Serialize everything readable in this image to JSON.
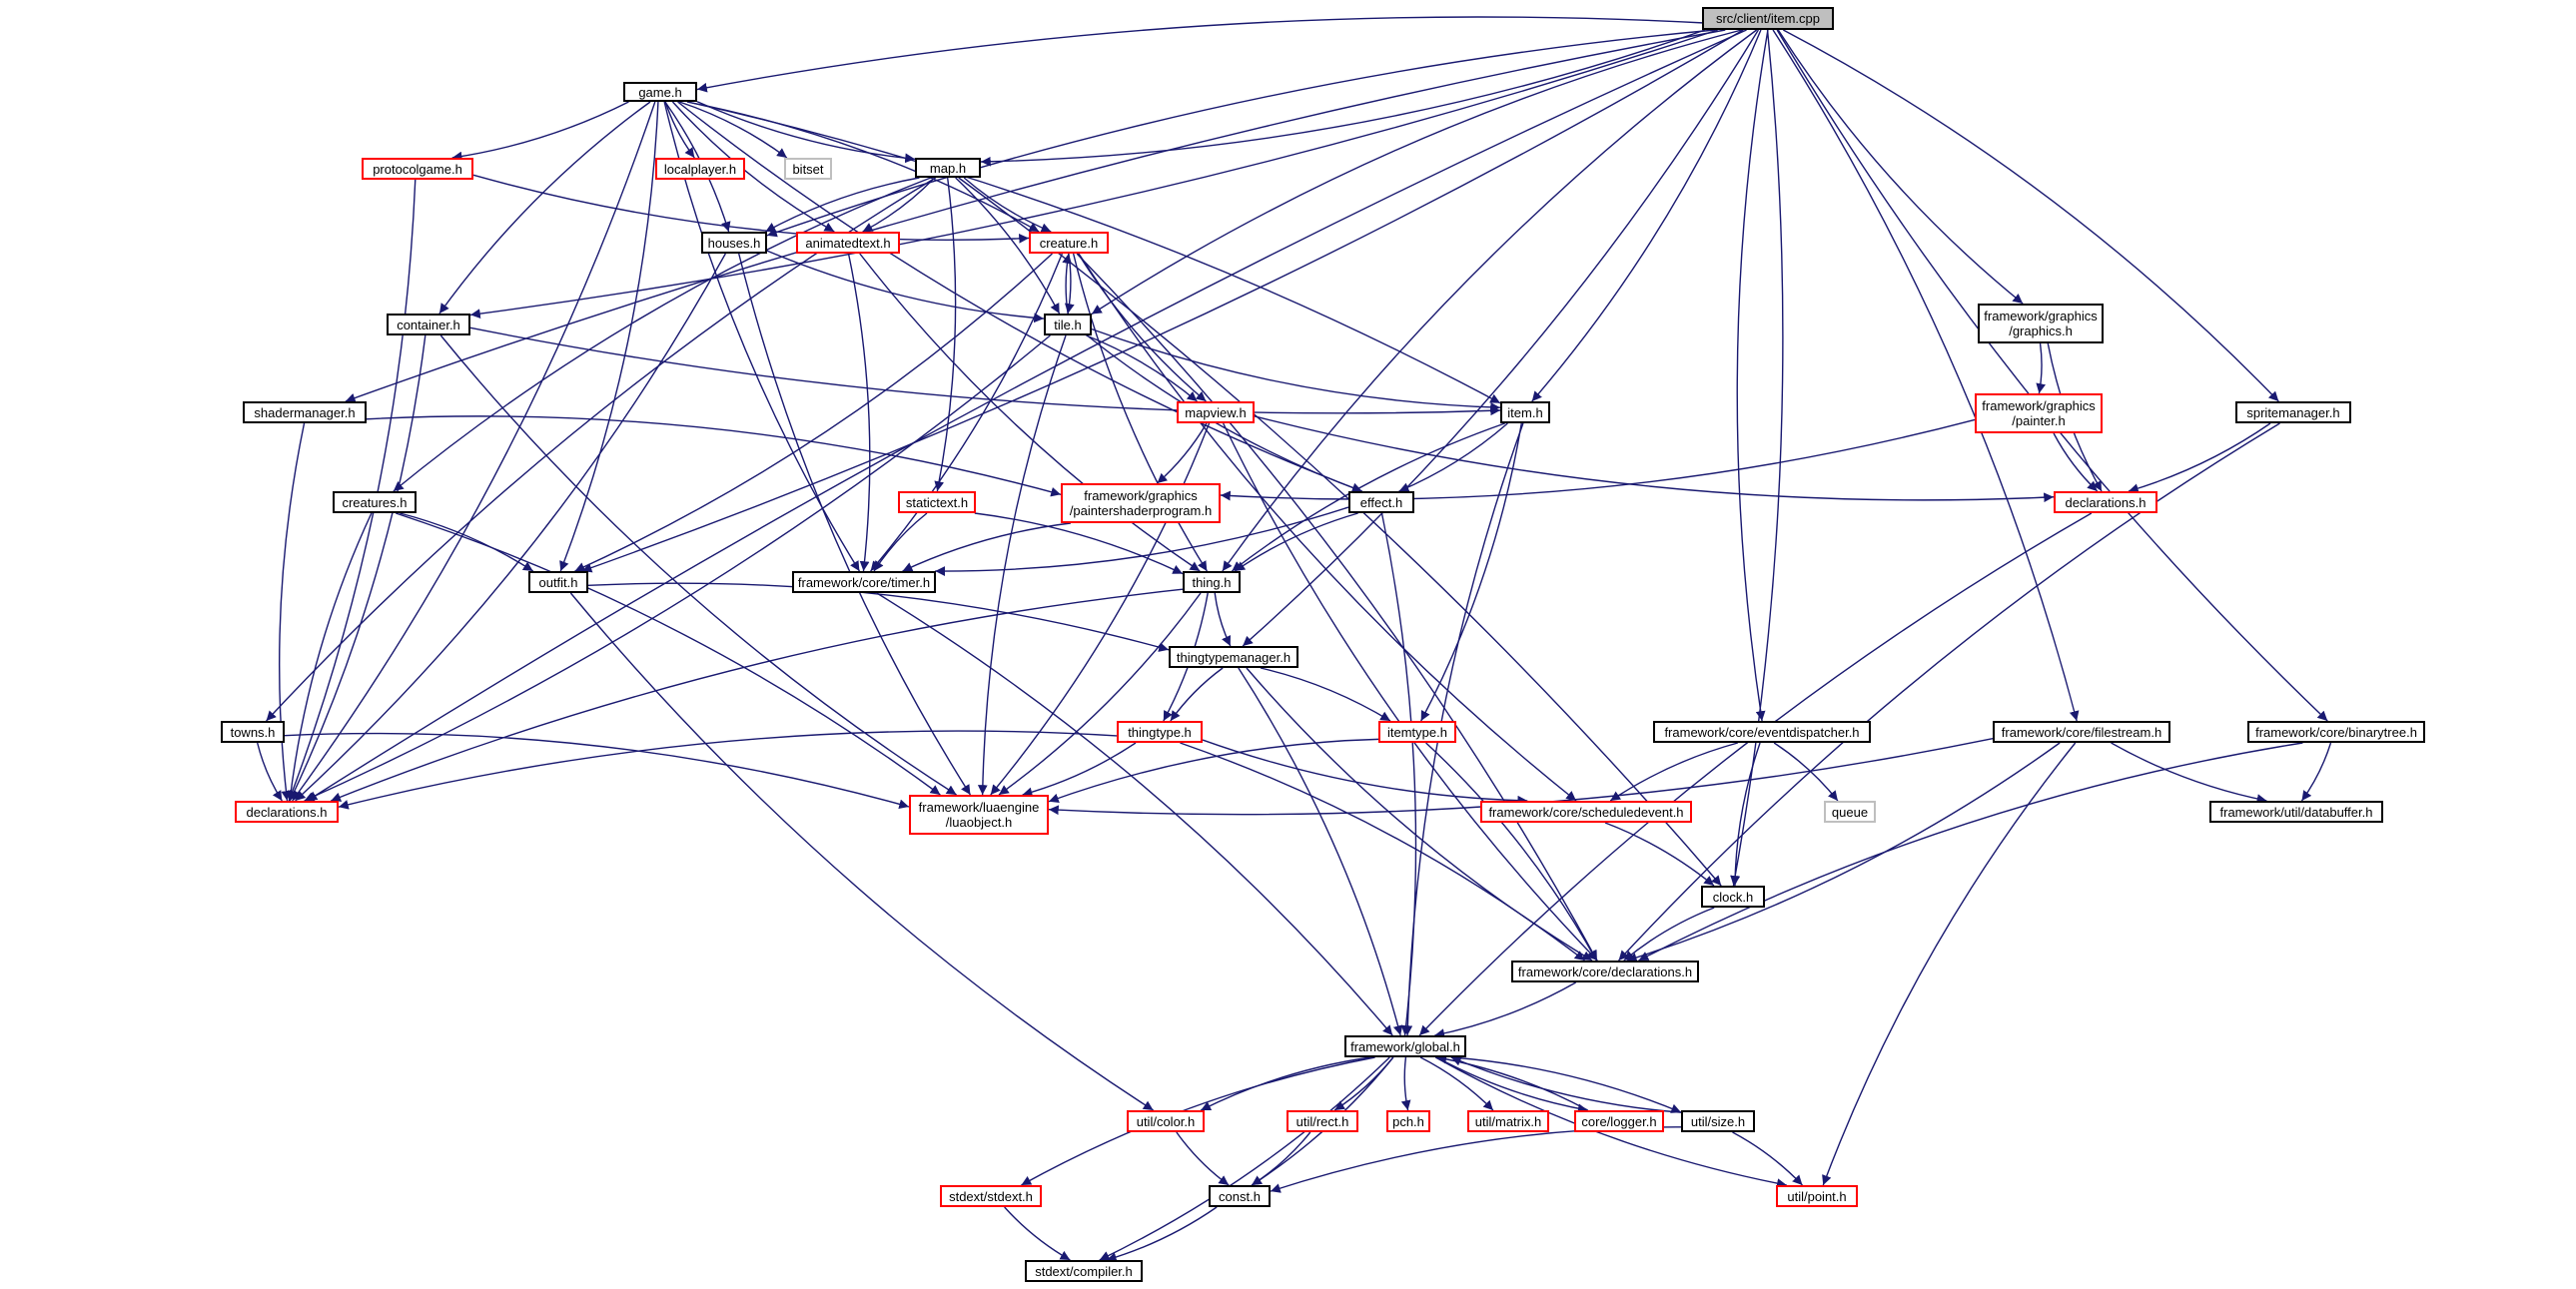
{
  "nodes": [
    {
      "id": "item_cpp",
      "label": "src/client/item.cpp",
      "style": "root"
    },
    {
      "id": "game_h",
      "label": "game.h",
      "style": "black"
    },
    {
      "id": "protocolgame_h",
      "label": "protocolgame.h",
      "style": "red"
    },
    {
      "id": "localplayer_h",
      "label": "localplayer.h",
      "style": "red"
    },
    {
      "id": "bitset",
      "label": "bitset",
      "style": "grey"
    },
    {
      "id": "map_h",
      "label": "map.h",
      "style": "black"
    },
    {
      "id": "houses_h",
      "label": "houses.h",
      "style": "black"
    },
    {
      "id": "animatedtext_h",
      "label": "animatedtext.h",
      "style": "red"
    },
    {
      "id": "creature_h",
      "label": "creature.h",
      "style": "red"
    },
    {
      "id": "container_h",
      "label": "container.h",
      "style": "black"
    },
    {
      "id": "tile_h",
      "label": "tile.h",
      "style": "black"
    },
    {
      "id": "shadermanager_h",
      "label": "shadermanager.h",
      "style": "black"
    },
    {
      "id": "mapview_h",
      "label": "mapview.h",
      "style": "red"
    },
    {
      "id": "item_h",
      "label": "item.h",
      "style": "black"
    },
    {
      "id": "fw_graphics_h",
      "label": "framework/graphics\n/graphics.h",
      "style": "black"
    },
    {
      "id": "fw_painter_h",
      "label": "framework/graphics\n/painter.h",
      "style": "red"
    },
    {
      "id": "spritemanager_h",
      "label": "spritemanager.h",
      "style": "black"
    },
    {
      "id": "creatures_h",
      "label": "creatures.h",
      "style": "black"
    },
    {
      "id": "staticText_h",
      "label": "statictext.h",
      "style": "red"
    },
    {
      "id": "fw_paintershader_h",
      "label": "framework/graphics\n/paintershaderprogram.h",
      "style": "red"
    },
    {
      "id": "effect_h",
      "label": "effect.h",
      "style": "black"
    },
    {
      "id": "declarations_g_h",
      "label": "declarations.h",
      "style": "red"
    },
    {
      "id": "outfit_h",
      "label": "outfit.h",
      "style": "black"
    },
    {
      "id": "fw_timer_h",
      "label": "framework/core/timer.h",
      "style": "black"
    },
    {
      "id": "thing_h",
      "label": "thing.h",
      "style": "black"
    },
    {
      "id": "thingtypemanager_h",
      "label": "thingtypemanager.h",
      "style": "black"
    },
    {
      "id": "towns_h",
      "label": "towns.h",
      "style": "black"
    },
    {
      "id": "thingtype_h",
      "label": "thingtype.h",
      "style": "red"
    },
    {
      "id": "itemtype_h",
      "label": "itemtype.h",
      "style": "red"
    },
    {
      "id": "fw_eventdispatcher_h",
      "label": "framework/core/eventdispatcher.h",
      "style": "black"
    },
    {
      "id": "fw_filestream_h",
      "label": "framework/core/filestream.h",
      "style": "black"
    },
    {
      "id": "fw_binarytree_h",
      "label": "framework/core/binarytree.h",
      "style": "black"
    },
    {
      "id": "declarations_c_h",
      "label": "declarations.h",
      "style": "red"
    },
    {
      "id": "fw_luaobject_h",
      "label": "framework/luaengine\n/luaobject.h",
      "style": "red"
    },
    {
      "id": "fw_scheduledevent_h",
      "label": "framework/core/scheduledevent.h",
      "style": "red"
    },
    {
      "id": "queue",
      "label": "queue",
      "style": "grey"
    },
    {
      "id": "fw_databuffer_h",
      "label": "framework/util/databuffer.h",
      "style": "black"
    },
    {
      "id": "clock_h",
      "label": "clock.h",
      "style": "black"
    },
    {
      "id": "fw_core_declarations_h",
      "label": "framework/core/declarations.h",
      "style": "black"
    },
    {
      "id": "fw_global_h",
      "label": "framework/global.h",
      "style": "black"
    },
    {
      "id": "util_color_h",
      "label": "util/color.h",
      "style": "red"
    },
    {
      "id": "util_rect_h",
      "label": "util/rect.h",
      "style": "red"
    },
    {
      "id": "pch_h",
      "label": "pch.h",
      "style": "red"
    },
    {
      "id": "util_matrix_h",
      "label": "util/matrix.h",
      "style": "red"
    },
    {
      "id": "core_logger_h",
      "label": "core/logger.h",
      "style": "red"
    },
    {
      "id": "util_size_h",
      "label": "util/size.h",
      "style": "black"
    },
    {
      "id": "stdext_stdext_h",
      "label": "stdext/stdext.h",
      "style": "red"
    },
    {
      "id": "const_h",
      "label": "const.h",
      "style": "black"
    },
    {
      "id": "util_point_h",
      "label": "util/point.h",
      "style": "red"
    },
    {
      "id": "stdext_compiler_h",
      "label": "stdext/compiler.h",
      "style": "black"
    }
  ],
  "edges": [
    [
      "item_cpp",
      "game_h"
    ],
    [
      "item_cpp",
      "map_h"
    ],
    [
      "item_cpp",
      "houses_h"
    ],
    [
      "item_cpp",
      "container_h"
    ],
    [
      "item_cpp",
      "shadermanager_h"
    ],
    [
      "item_cpp",
      "outfit_h"
    ],
    [
      "item_cpp",
      "tile_h"
    ],
    [
      "item_cpp",
      "item_h"
    ],
    [
      "item_cpp",
      "thing_h"
    ],
    [
      "item_cpp",
      "thingtypemanager_h"
    ],
    [
      "item_cpp",
      "fw_graphics_h"
    ],
    [
      "item_cpp",
      "spritemanager_h"
    ],
    [
      "item_cpp",
      "fw_eventdispatcher_h"
    ],
    [
      "item_cpp",
      "fw_filestream_h"
    ],
    [
      "item_cpp",
      "fw_binarytree_h"
    ],
    [
      "item_cpp",
      "clock_h"
    ],
    [
      "item_cpp",
      "declarations_c_h"
    ],
    [
      "game_h",
      "protocolgame_h"
    ],
    [
      "game_h",
      "localplayer_h"
    ],
    [
      "game_h",
      "bitset"
    ],
    [
      "game_h",
      "map_h"
    ],
    [
      "game_h",
      "houses_h"
    ],
    [
      "game_h",
      "animatedtext_h"
    ],
    [
      "game_h",
      "creature_h"
    ],
    [
      "game_h",
      "container_h"
    ],
    [
      "game_h",
      "item_h"
    ],
    [
      "game_h",
      "effect_h"
    ],
    [
      "game_h",
      "outfit_h"
    ],
    [
      "game_h",
      "fw_timer_h"
    ],
    [
      "game_h",
      "declarations_c_h"
    ],
    [
      "protocolgame_h",
      "creature_h"
    ],
    [
      "protocolgame_h",
      "declarations_c_h"
    ],
    [
      "map_h",
      "houses_h"
    ],
    [
      "map_h",
      "animatedtext_h"
    ],
    [
      "map_h",
      "creature_h"
    ],
    [
      "map_h",
      "tile_h"
    ],
    [
      "map_h",
      "creatures_h"
    ],
    [
      "map_h",
      "staticText_h"
    ],
    [
      "map_h",
      "towns_h"
    ],
    [
      "map_h",
      "clock_h"
    ],
    [
      "houses_h",
      "tile_h"
    ],
    [
      "houses_h",
      "declarations_c_h"
    ],
    [
      "houses_h",
      "fw_luaobject_h"
    ],
    [
      "animatedtext_h",
      "fw_timer_h"
    ],
    [
      "animatedtext_h",
      "thing_h"
    ],
    [
      "creature_h",
      "tile_h"
    ],
    [
      "creature_h",
      "mapview_h"
    ],
    [
      "creature_h",
      "outfit_h"
    ],
    [
      "creature_h",
      "thing_h"
    ],
    [
      "creature_h",
      "fw_timer_h"
    ],
    [
      "creature_h",
      "fw_scheduledevent_h"
    ],
    [
      "creature_h",
      "fw_core_declarations_h"
    ],
    [
      "container_h",
      "item_h"
    ],
    [
      "container_h",
      "declarations_c_h"
    ],
    [
      "container_h",
      "fw_luaobject_h"
    ],
    [
      "tile_h",
      "creature_h"
    ],
    [
      "tile_h",
      "item_h"
    ],
    [
      "tile_h",
      "mapview_h"
    ],
    [
      "tile_h",
      "effect_h"
    ],
    [
      "tile_h",
      "declarations_c_h"
    ],
    [
      "tile_h",
      "fw_luaobject_h"
    ],
    [
      "shadermanager_h",
      "fw_paintershader_h"
    ],
    [
      "shadermanager_h",
      "declarations_c_h"
    ],
    [
      "mapview_h",
      "fw_paintershader_h"
    ],
    [
      "mapview_h",
      "declarations_g_h"
    ],
    [
      "mapview_h",
      "fw_luaobject_h"
    ],
    [
      "mapview_h",
      "fw_core_declarations_h"
    ],
    [
      "item_h",
      "effect_h"
    ],
    [
      "item_h",
      "thing_h"
    ],
    [
      "item_h",
      "itemtype_h"
    ],
    [
      "item_h",
      "fw_global_h"
    ],
    [
      "fw_graphics_h",
      "fw_painter_h"
    ],
    [
      "fw_graphics_h",
      "declarations_g_h"
    ],
    [
      "fw_painter_h",
      "fw_paintershader_h"
    ],
    [
      "fw_painter_h",
      "declarations_g_h"
    ],
    [
      "spritemanager_h",
      "declarations_g_h"
    ],
    [
      "spritemanager_h",
      "fw_core_declarations_h"
    ],
    [
      "creatures_h",
      "outfit_h"
    ],
    [
      "creatures_h",
      "declarations_c_h"
    ],
    [
      "creatures_h",
      "fw_luaobject_h"
    ],
    [
      "staticText_h",
      "fw_timer_h"
    ],
    [
      "staticText_h",
      "thing_h"
    ],
    [
      "fw_paintershader_h",
      "fw_timer_h"
    ],
    [
      "effect_h",
      "fw_timer_h"
    ],
    [
      "effect_h",
      "thing_h"
    ],
    [
      "effect_h",
      "fw_global_h"
    ],
    [
      "declarations_g_h",
      "fw_global_h"
    ],
    [
      "outfit_h",
      "thingtypemanager_h"
    ],
    [
      "outfit_h",
      "util_color_h"
    ],
    [
      "fw_timer_h",
      "fw_global_h"
    ],
    [
      "thing_h",
      "thingtypemanager_h"
    ],
    [
      "thing_h",
      "thingtype_h"
    ],
    [
      "thing_h",
      "declarations_c_h"
    ],
    [
      "thing_h",
      "fw_luaobject_h"
    ],
    [
      "thingtypemanager_h",
      "thingtype_h"
    ],
    [
      "thingtypemanager_h",
      "itemtype_h"
    ],
    [
      "thingtypemanager_h",
      "fw_core_declarations_h"
    ],
    [
      "thingtypemanager_h",
      "fw_global_h"
    ],
    [
      "towns_h",
      "declarations_c_h"
    ],
    [
      "towns_h",
      "fw_luaobject_h"
    ],
    [
      "thingtype_h",
      "declarations_c_h"
    ],
    [
      "thingtype_h",
      "fw_luaobject_h"
    ],
    [
      "thingtype_h",
      "fw_scheduledevent_h"
    ],
    [
      "thingtype_h",
      "fw_core_declarations_h"
    ],
    [
      "itemtype_h",
      "fw_luaobject_h"
    ],
    [
      "itemtype_h",
      "fw_core_declarations_h"
    ],
    [
      "fw_eventdispatcher_h",
      "fw_scheduledevent_h"
    ],
    [
      "fw_eventdispatcher_h",
      "queue"
    ],
    [
      "fw_eventdispatcher_h",
      "clock_h"
    ],
    [
      "fw_filestream_h",
      "fw_luaobject_h"
    ],
    [
      "fw_filestream_h",
      "fw_databuffer_h"
    ],
    [
      "fw_filestream_h",
      "fw_core_declarations_h"
    ],
    [
      "fw_filestream_h",
      "util_point_h"
    ],
    [
      "fw_binarytree_h",
      "fw_databuffer_h"
    ],
    [
      "fw_binarytree_h",
      "fw_core_declarations_h"
    ],
    [
      "fw_scheduledevent_h",
      "clock_h"
    ],
    [
      "clock_h",
      "fw_core_declarations_h"
    ],
    [
      "fw_core_declarations_h",
      "fw_global_h"
    ],
    [
      "fw_global_h",
      "util_color_h"
    ],
    [
      "fw_global_h",
      "util_rect_h"
    ],
    [
      "fw_global_h",
      "pch_h"
    ],
    [
      "fw_global_h",
      "util_matrix_h"
    ],
    [
      "fw_global_h",
      "core_logger_h"
    ],
    [
      "fw_global_h",
      "util_size_h"
    ],
    [
      "fw_global_h",
      "stdext_stdext_h"
    ],
    [
      "fw_global_h",
      "const_h"
    ],
    [
      "fw_global_h",
      "util_point_h"
    ],
    [
      "fw_global_h",
      "stdext_compiler_h"
    ],
    [
      "core_logger_h",
      "fw_global_h"
    ],
    [
      "util_size_h",
      "fw_global_h"
    ],
    [
      "util_color_h",
      "const_h"
    ],
    [
      "util_rect_h",
      "const_h"
    ],
    [
      "util_size_h",
      "const_h"
    ],
    [
      "util_size_h",
      "util_point_h"
    ],
    [
      "stdext_stdext_h",
      "stdext_compiler_h"
    ],
    [
      "const_h",
      "stdext_compiler_h"
    ]
  ],
  "colors": {
    "edge": "#191970",
    "red_border": "#ff0000",
    "black_border": "#000000",
    "grey_border": "#bfbfbf",
    "root_fill": "#bfbfbf"
  }
}
